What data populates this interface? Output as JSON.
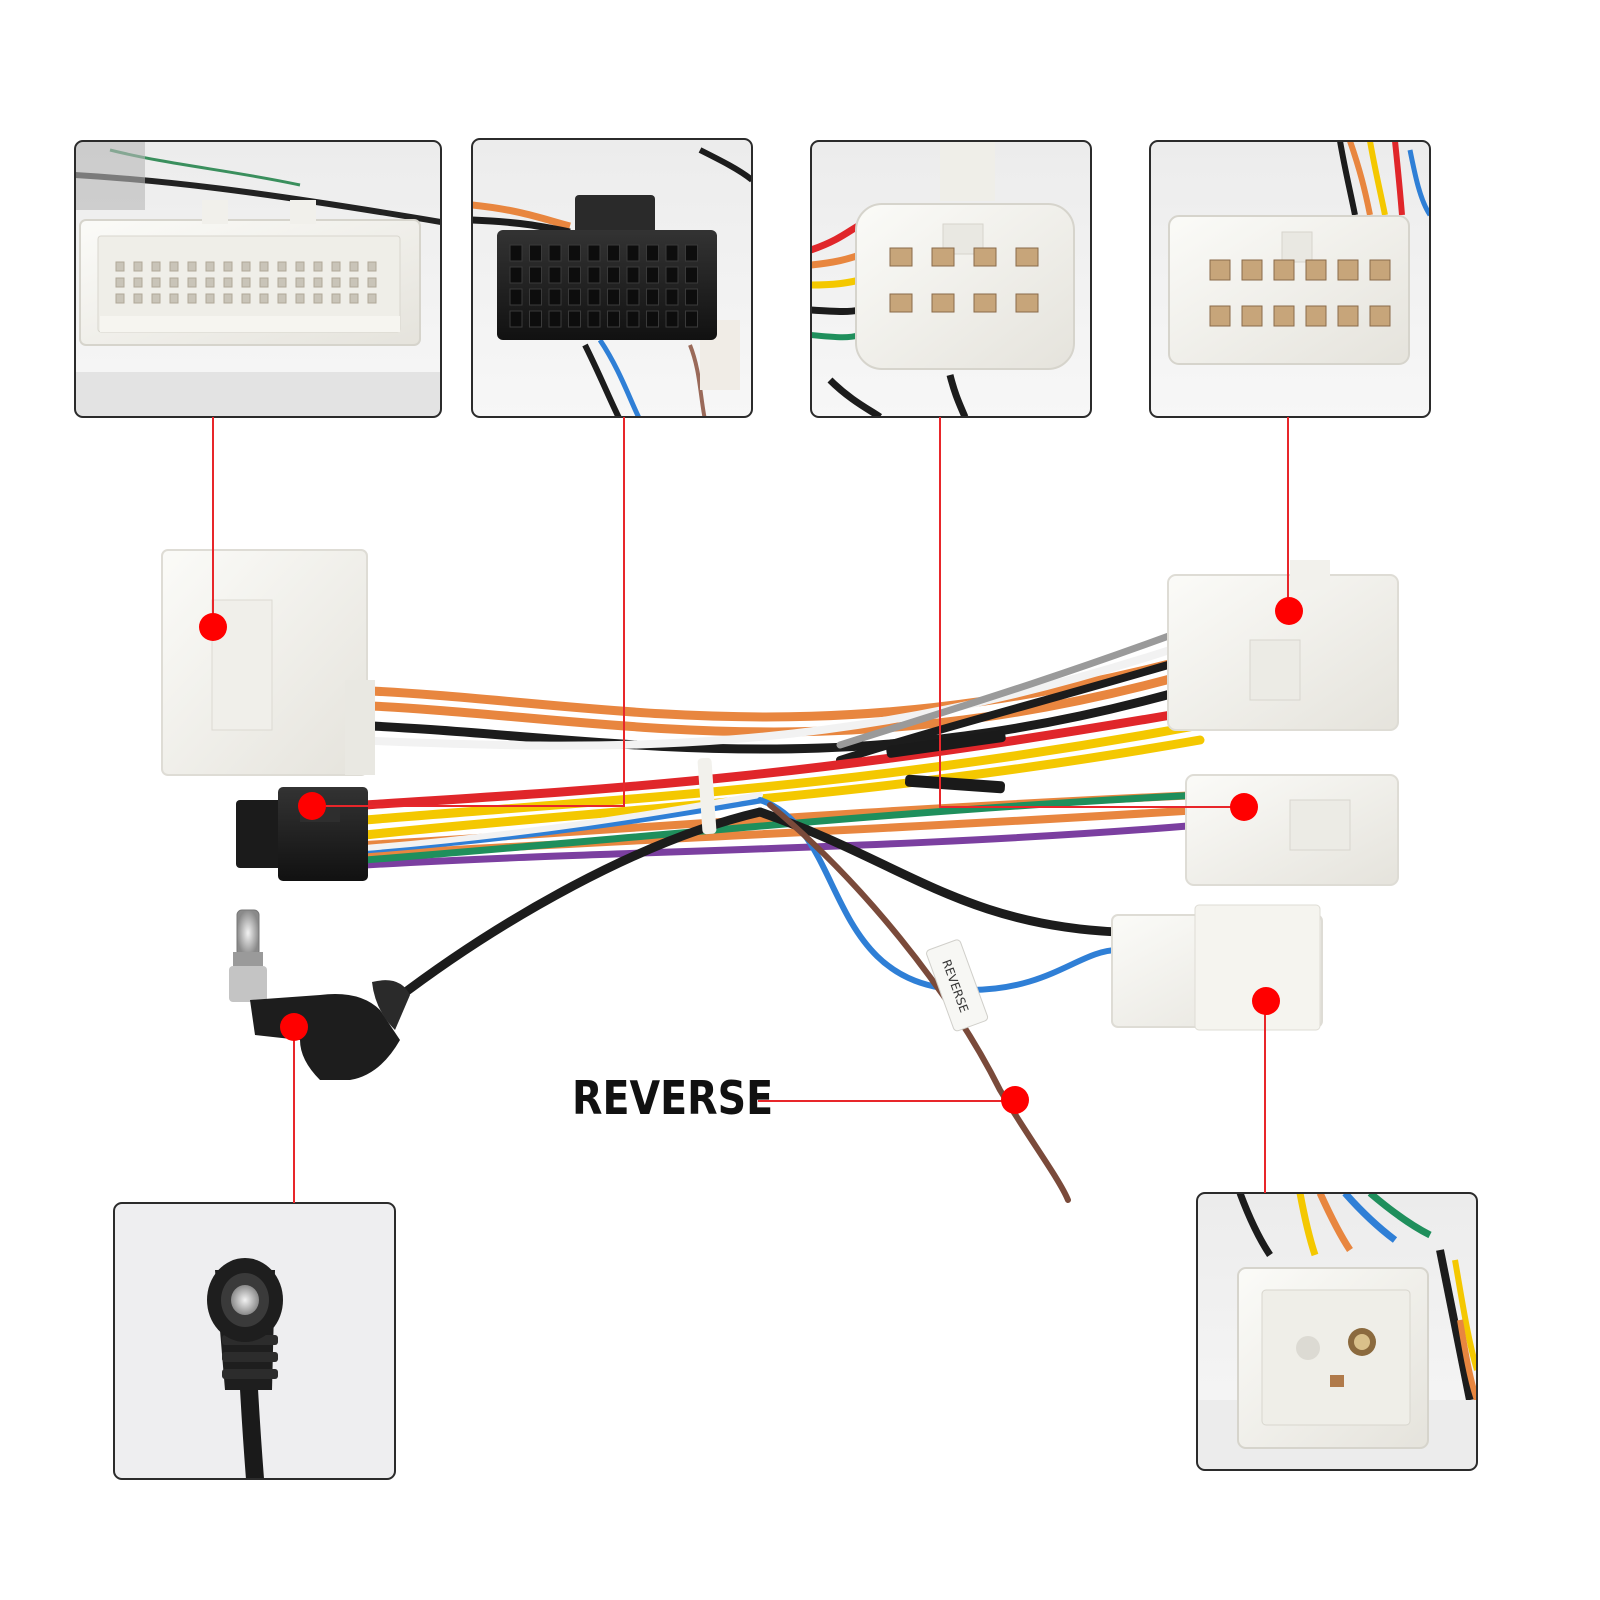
{
  "annotation": {
    "reverse_label": "REVERSE"
  },
  "colors": {
    "callout_line": "#e8262a",
    "callout_dot": "#ff0000",
    "panel_border": "#2b2b2b",
    "connector_body": "#f4f3ef",
    "iso_connector": "#1b1b1b",
    "wire_orange": "#e8863f",
    "wire_black": "#1c1c1c",
    "wire_red": "#e0262a",
    "wire_yellow": "#f4c800",
    "wire_green": "#1f8f5c",
    "wire_blue": "#2f7fd6",
    "wire_white": "#f2f2f2",
    "wire_brown": "#7a4a3a",
    "wire_purple": "#7b3fa0",
    "wire_grey": "#9a9a9a"
  },
  "panels": [
    {
      "name": "detail-panel-large-white-connector",
      "icon": "multi-pin-white-connector"
    },
    {
      "name": "detail-panel-iso-black-connector",
      "icon": "black-iso-plug"
    },
    {
      "name": "detail-panel-small-white-connector",
      "icon": "white-plug-connector"
    },
    {
      "name": "detail-panel-twelve-pin-connector",
      "icon": "white-plug-connector"
    },
    {
      "name": "detail-panel-antenna-plug",
      "icon": "antenna-plug"
    },
    {
      "name": "detail-panel-antenna-socket-connector",
      "icon": "antenna-socket-connector"
    }
  ]
}
